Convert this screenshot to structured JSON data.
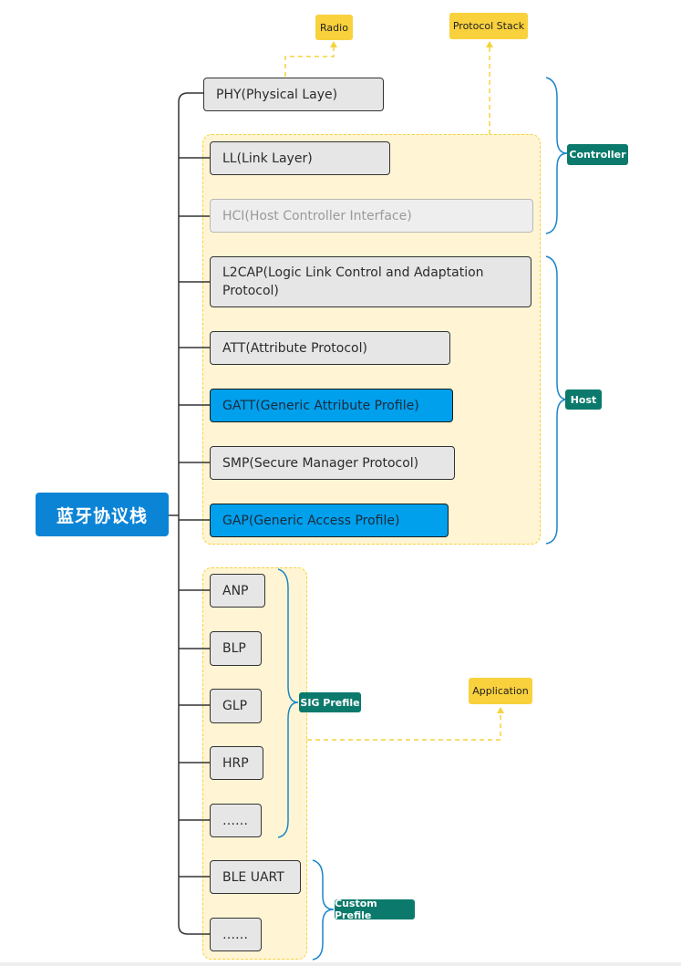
{
  "root": {
    "label": "蓝牙协议栈"
  },
  "nodes": {
    "phy": "PHY(Physical Laye)",
    "ll": "LL(Link Layer)",
    "hci": "HCI(Host Controller Interface)",
    "l2cap": "L2CAP(Logic Link Control and Adaptation Protocol)",
    "att": "ATT(Attribute Protocol)",
    "gatt": "GATT(Generic Attribute Profile)",
    "smp": "SMP(Secure Manager Protocol)",
    "gap": "GAP(Generic Access Profile)",
    "anp": "ANP",
    "blp": "BLP",
    "glp": "GLP",
    "hrp": "HRP",
    "sig_more": "……",
    "ble_uart": "BLE UART",
    "custom_more": "……"
  },
  "callouts": {
    "radio": "Radio",
    "protocol_stack": "Protocol Stack",
    "application": "Application"
  },
  "brackets": {
    "controller": "Controller",
    "host": "Host",
    "sig_profile": "SIG Prefile",
    "custom_profile": "Custom Prefile"
  },
  "colors": {
    "root": "#0b84d6",
    "highlight": "#00a0ec",
    "group_fill": "#fff5d4",
    "dashed": "#f5d33a",
    "callout": "#f9d13d",
    "bracket_label": "#0b7a6c",
    "bracket_line": "#1a86c8"
  }
}
